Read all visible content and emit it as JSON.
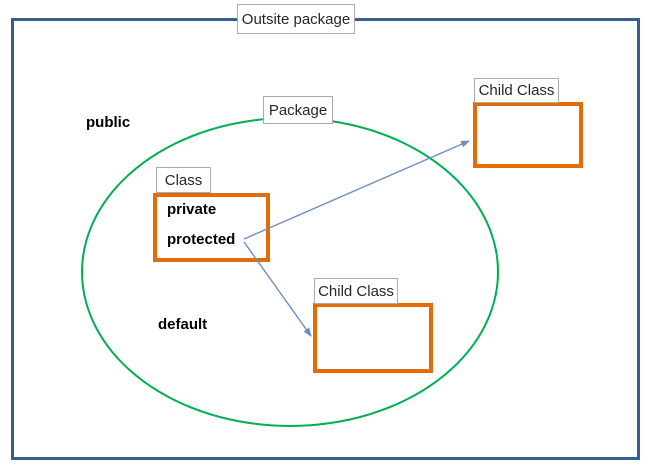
{
  "colors": {
    "outer_border": "#365F91",
    "ellipse_border": "#00B050",
    "class_border": "#E36C09",
    "arrow": "#6B8EBF",
    "tag_border": "#ABABAB"
  },
  "outer_package": {
    "label": "Outsite package"
  },
  "package": {
    "label": "Package"
  },
  "class_box": {
    "label": "Class",
    "members": [
      "private",
      "protected"
    ]
  },
  "child_class_top": {
    "label": "Child Class"
  },
  "child_class_bottom": {
    "label": "Child Class"
  },
  "modifiers": {
    "public": "public",
    "default": "default"
  }
}
